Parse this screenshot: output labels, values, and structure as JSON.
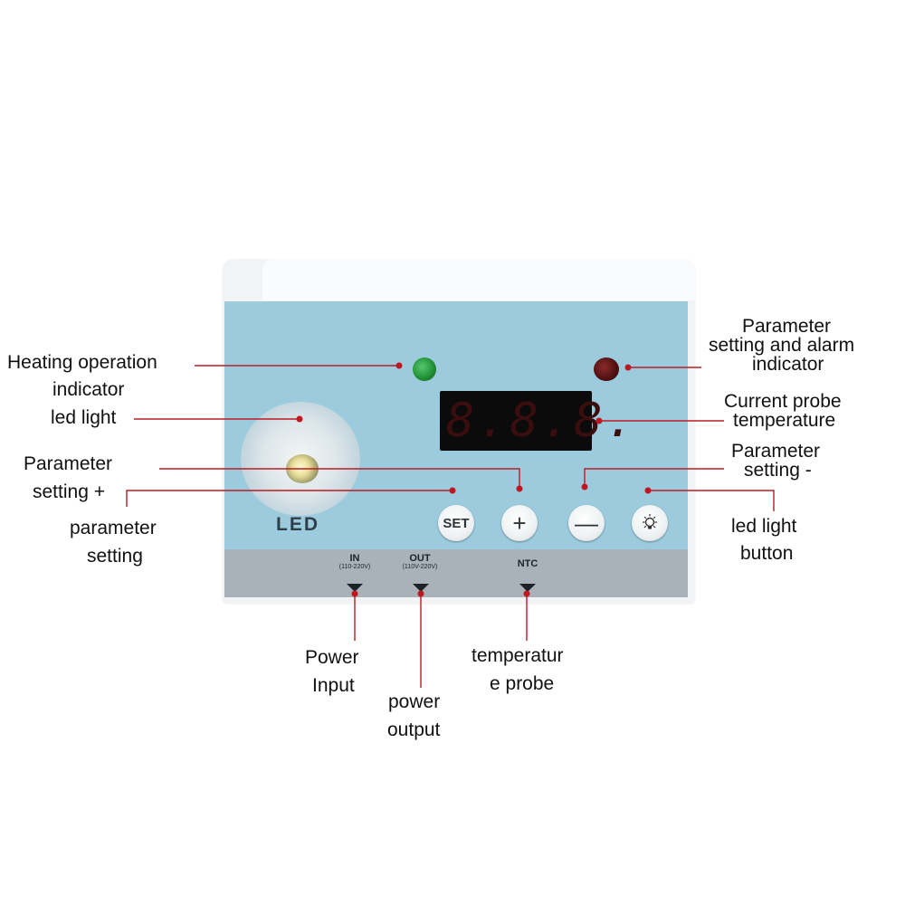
{
  "device": {
    "led_text": "LED",
    "display_text": "8.8.8.",
    "buttons": {
      "set": "SET",
      "plus": "+",
      "minus": "—",
      "light_icon": "lightbulb-icon"
    },
    "ports": [
      {
        "label": "IN",
        "sub": "(110-220V)"
      },
      {
        "label": "OUT",
        "sub": "(110V-220V)"
      },
      {
        "label": "NTC",
        "sub": ""
      }
    ],
    "colors": {
      "panel": "#9ccbde",
      "strip": "#a9b2b9",
      "callout": "#c0161f"
    }
  },
  "labels": {
    "heating_1": "Heating operation",
    "heating_2": "indicator",
    "led_light": "led light",
    "param_plus_1": "Parameter",
    "param_plus_2": "setting +",
    "param_set_1": "parameter",
    "param_set_2": "setting",
    "alarm_1": "Parameter",
    "alarm_2": "setting and alarm",
    "alarm_3": "indicator",
    "current_1": "Current probe",
    "current_2": "temperature",
    "param_minus_1": "Parameter",
    "param_minus_2": "setting -",
    "led_btn_1": "led light",
    "led_btn_2": "button",
    "power_in_1": "Power",
    "power_in_2": "Input",
    "power_out_1": "power",
    "power_out_2": "output",
    "temp_probe_1": "temperatur",
    "temp_probe_2": "e probe"
  }
}
